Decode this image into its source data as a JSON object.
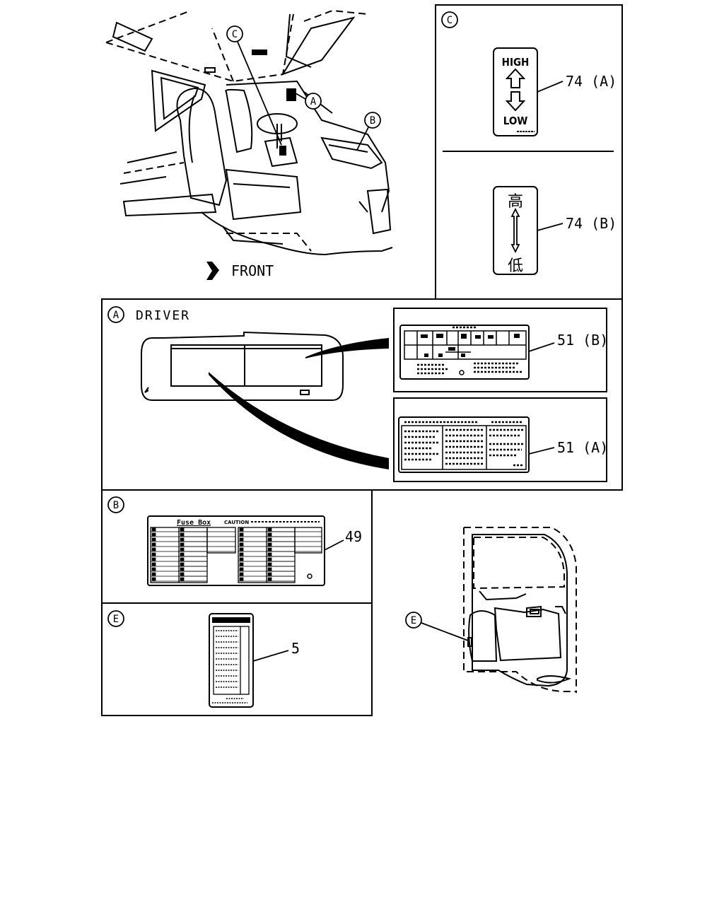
{
  "front_label": "FRONT",
  "callouts": {
    "cab_C": "C",
    "cab_A": "A",
    "cab_B": "B",
    "door_E": "E"
  },
  "panel_c": {
    "marker": "C",
    "label_high": "HIGH",
    "label_low": "LOW",
    "label_high_cjk": "高",
    "label_low_cjk": "低",
    "part_a": "74 (A)",
    "part_b": "74 (B)"
  },
  "panel_a": {
    "marker": "A",
    "title": "DRIVER",
    "part_b": "51 (B)",
    "part_a": "51 (A)"
  },
  "panel_b": {
    "marker": "B",
    "fuse_title": "Fuse Box",
    "caution": "CAUTION",
    "part": "49"
  },
  "panel_e": {
    "marker": "E",
    "part": "5"
  }
}
